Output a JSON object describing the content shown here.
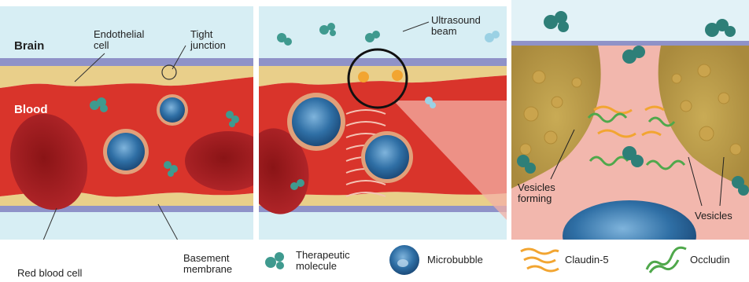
{
  "panel1": {
    "brain": "Brain",
    "blood": "Blood",
    "endothelial_cell": "Endothelial\ncell",
    "tight_junction": "Tight\njunction",
    "red_blood_cell": "Red blood cell",
    "basement_membrane": "Basement\nmembrane"
  },
  "panel2": {
    "ultrasound_beam": "Ultrasound\nbeam"
  },
  "panel3": {
    "vesicles_forming": "Vesicles\nforming",
    "vesicles": "Vesicles"
  },
  "legend": {
    "therapeutic_molecule": "Therapeutic\nmolecule",
    "microbubble": "Microbubble",
    "claudin5": "Claudin-5",
    "occludin": "Occludin"
  },
  "colors": {
    "blood": "#d9342b",
    "brain": "#d7eef4",
    "membrane": "#8f92c8",
    "endothelium": "#e9cf8a",
    "red_blood_cell": "#9c1b1c",
    "microbubble": "#2f6fa5",
    "therapeutic": "#3f9a8f",
    "claudin": "#f2a531",
    "occludin": "#4fa84b"
  }
}
